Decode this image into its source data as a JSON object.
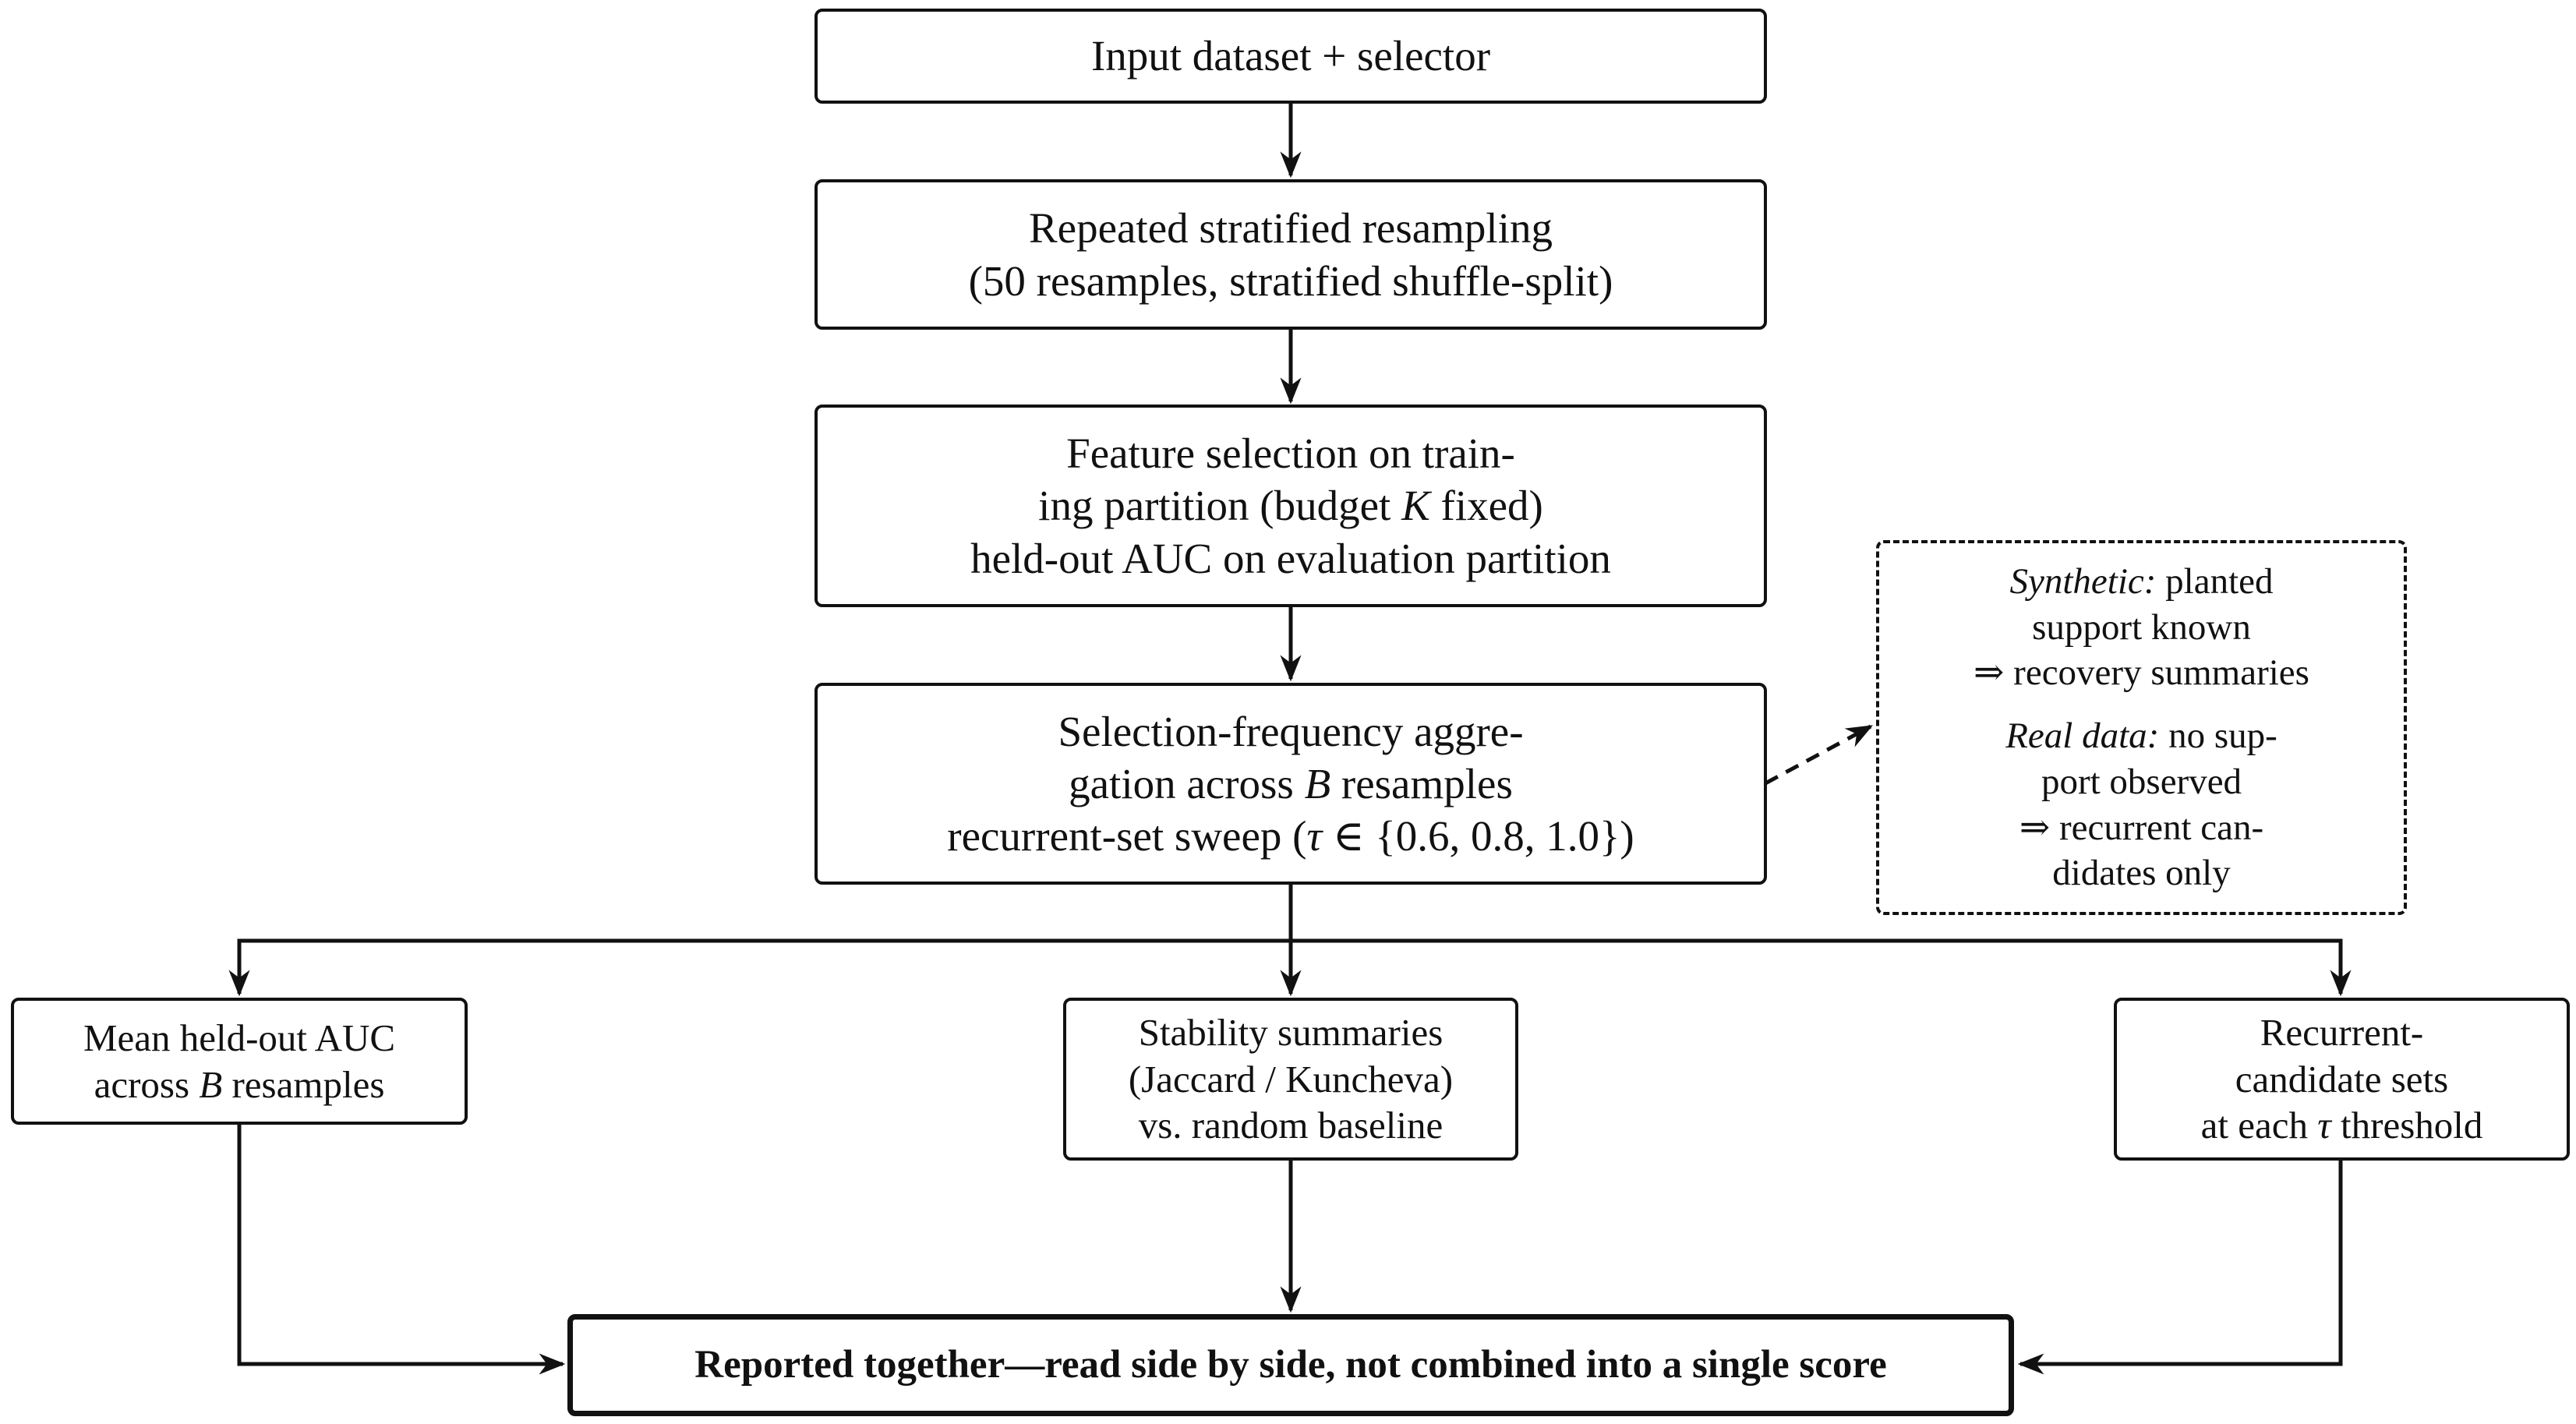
{
  "nodes": {
    "input": {
      "line1": "Input dataset + selector"
    },
    "resampling": {
      "line1": "Repeated stratified resampling",
      "line2": "(50 resamples, stratified shuffle-split)"
    },
    "selection": {
      "line1": "Feature selection on train-",
      "line2_a": "ing partition (budget ",
      "line2_k": "K",
      "line2_b": " fixed)",
      "line3": "held-out AUC on evaluation partition"
    },
    "aggregation": {
      "line1": "Selection-frequency aggre-",
      "line2_a": "gation across ",
      "line2_b_var": "B",
      "line2_c": " resamples",
      "line3_a": "recurrent-set sweep (",
      "line3_tau": "τ",
      "line3_b": " ∈ {0.6, 0.8, 1.0})"
    },
    "note": {
      "synthetic_label": "Synthetic:",
      "synthetic_1": " planted",
      "synthetic_2": "support known",
      "synthetic_3": "⇒ recovery summaries",
      "real_label": "Real data:",
      "real_1": " no sup-",
      "real_2": "port observed",
      "real_3": "⇒ recurrent can-",
      "real_4": "didates only"
    },
    "auc": {
      "line1": "Mean held-out AUC",
      "line2_a": "across ",
      "line2_var": "B",
      "line2_b": " resamples"
    },
    "stability": {
      "line1": "Stability summaries",
      "line2": "(Jaccard / Kuncheva)",
      "line3": "vs. random baseline"
    },
    "recurrent": {
      "line1": "Recurrent-",
      "line2": "candidate sets",
      "line3_a": "at each ",
      "line3_tau": "τ",
      "line3_b": " threshold"
    },
    "final": {
      "line1": "Reported together—read side by side, not combined into a single score"
    }
  },
  "edges": [
    {
      "from": "input",
      "to": "resampling",
      "style": "solid"
    },
    {
      "from": "resampling",
      "to": "selection",
      "style": "solid"
    },
    {
      "from": "selection",
      "to": "aggregation",
      "style": "solid"
    },
    {
      "from": "aggregation",
      "to": "note",
      "style": "dashed"
    },
    {
      "from": "aggregation",
      "to": "auc",
      "style": "solid"
    },
    {
      "from": "aggregation",
      "to": "stability",
      "style": "solid"
    },
    {
      "from": "aggregation",
      "to": "recurrent",
      "style": "solid"
    },
    {
      "from": "auc",
      "to": "final",
      "style": "solid"
    },
    {
      "from": "stability",
      "to": "final",
      "style": "solid"
    },
    {
      "from": "recurrent",
      "to": "final",
      "style": "solid"
    }
  ]
}
